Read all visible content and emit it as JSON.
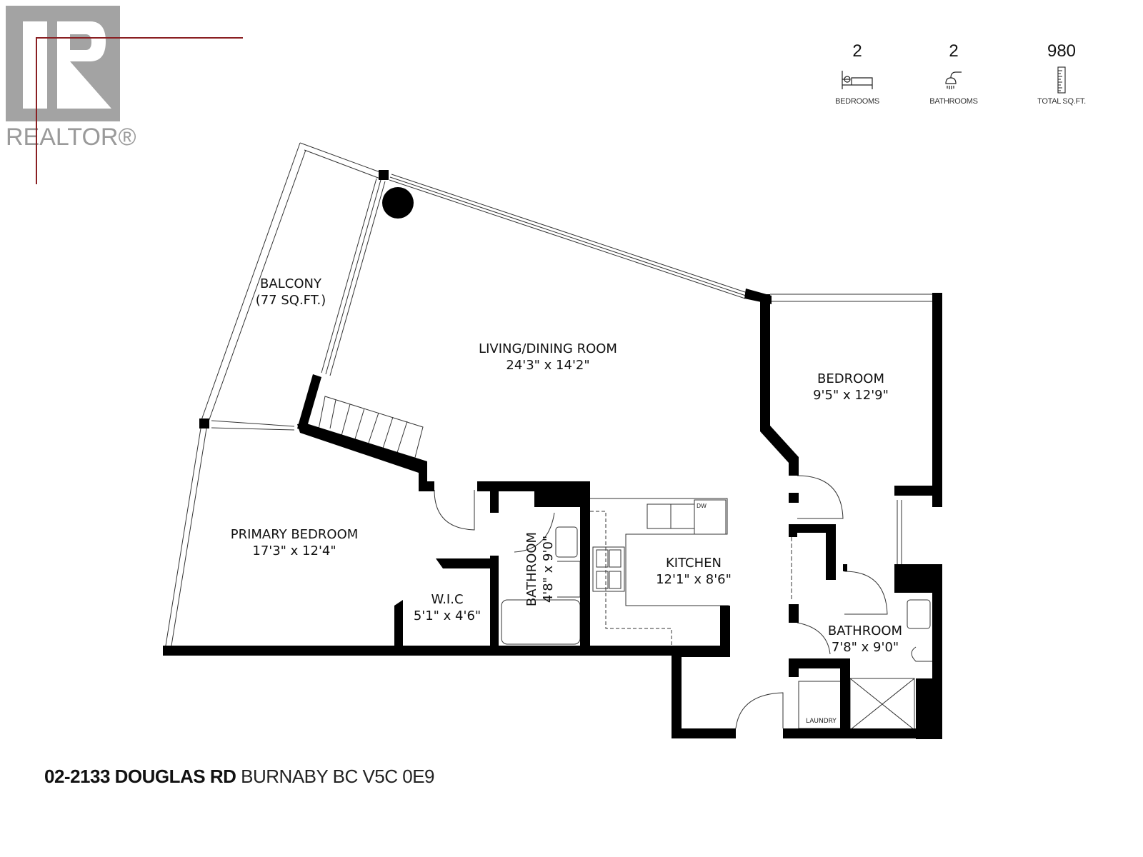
{
  "logo": {
    "text": "REALTOR®",
    "box_color": "#a3a3a3",
    "accent_line_color": "#8a1f22"
  },
  "stats": [
    {
      "value": "2",
      "label": "BEDROOMS",
      "icon": "bed-icon"
    },
    {
      "value": "2",
      "label": "BATHROOMS",
      "icon": "shower-icon"
    },
    {
      "value": "980",
      "label": "TOTAL SQ.FT.",
      "icon": "ruler-icon"
    }
  ],
  "rooms": {
    "balcony": {
      "name": "BALCONY",
      "size": "(77 SQ.FT.)"
    },
    "living": {
      "name": "LIVING/DINING ROOM",
      "size": "24'3\" x 14'2\""
    },
    "bedroom": {
      "name": "BEDROOM",
      "size": "9'5\" x 12'9\""
    },
    "primary": {
      "name": "PRIMARY BEDROOM",
      "size": "17'3\" x 12'4\""
    },
    "wic": {
      "name": "W.I.C",
      "size": "5'1\" x 4'6\""
    },
    "bath1": {
      "name": "BATHROOM",
      "size": "4'8\" x 9'0\""
    },
    "kitchen": {
      "name": "KITCHEN",
      "size": "12'1\" x 8'6\""
    },
    "bath2": {
      "name": "BATHROOM",
      "size": "7'8\" x 9'0\""
    },
    "laundry": {
      "name": "LAUNDRY"
    },
    "dw": {
      "name": "DW"
    }
  },
  "address": {
    "street": "02-2133 DOUGLAS RD",
    "city": "BURNABY BC V5C 0E9"
  }
}
